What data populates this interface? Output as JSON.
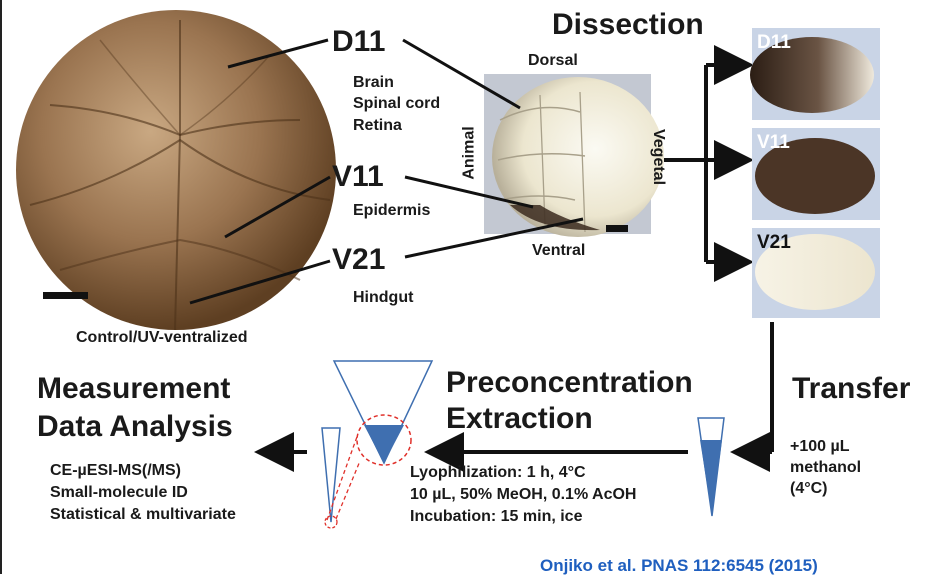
{
  "embryo": {
    "labels": {
      "d11": "D11",
      "v11": "V11",
      "v21": "V21"
    },
    "fates": {
      "d11": [
        "Brain",
        "Spinal cord",
        "Retina"
      ],
      "v11": "Epidermis",
      "v21": "Hindgut"
    },
    "caption": "Control/UV-ventralized"
  },
  "orientation": {
    "dorsal": "Dorsal",
    "ventral": "Ventral",
    "animal": "Animal",
    "vegetal": "Vegetal"
  },
  "dissection": {
    "title": "Dissection",
    "panels": [
      "D11",
      "V11",
      "V21"
    ]
  },
  "transfer": {
    "title": "Transfer",
    "details": [
      "+100 µL",
      "methanol",
      "(4°C)"
    ]
  },
  "extraction": {
    "title_line1": "Preconcentration",
    "title_line2": "Extraction",
    "steps": [
      "Lyophilization: 1 h, 4°C",
      "10 µL, 50% MeOH, 0.1% AcOH",
      "Incubation: 15 min, ice"
    ]
  },
  "measurement": {
    "title_line1": "Measurement",
    "title_line2": "Data Analysis",
    "items": [
      "CE-µESI-MS(/MS)",
      "Small-molecule ID",
      "Statistical & multivariate"
    ]
  },
  "citation": "Onjiko et al. PNAS 112:6545 (2015)",
  "colors": {
    "embryo_brown": "#7a5533",
    "fill_blue": "#3f6fb0",
    "citation_blue": "#1f5fbf",
    "highlight_red": "#e0302a"
  }
}
